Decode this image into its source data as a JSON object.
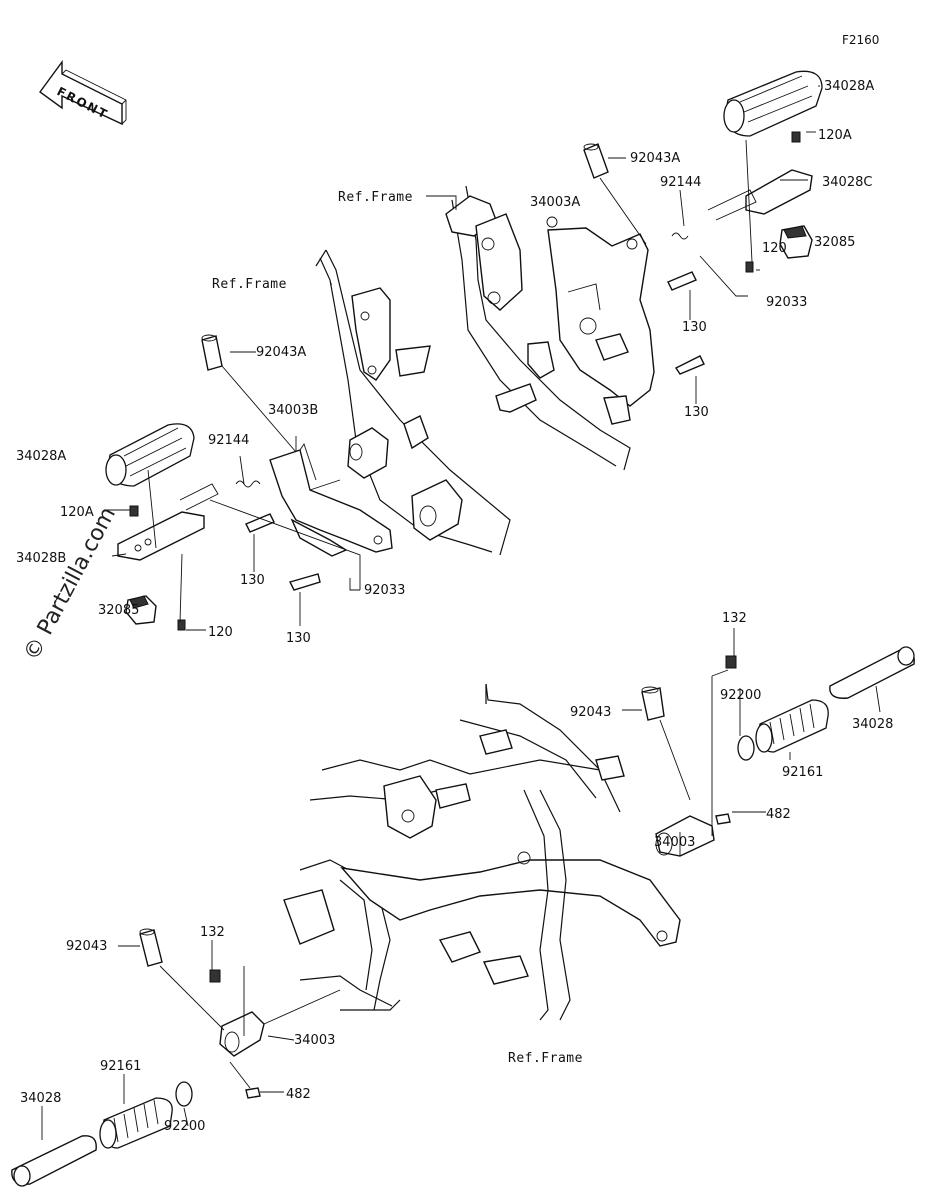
{
  "diagram_code": "F2160",
  "front_arrow": {
    "text": "FRONT",
    "icon": "front-arrow-icon"
  },
  "watermark": "© Partzilla.com",
  "frame_refs": [
    "Ref.Frame",
    "Ref.Frame",
    "Ref.Frame"
  ],
  "callouts": {
    "right_upper": [
      "34028A",
      "120A",
      "34028C",
      "32085",
      "120",
      "92043A",
      "92144",
      "34003A",
      "130",
      "130",
      "92033"
    ],
    "left_upper": [
      "92043A",
      "34003B",
      "92144",
      "34028A",
      "120A",
      "34028B",
      "32085",
      "120",
      "130",
      "130",
      "92033"
    ],
    "right_lower": [
      "132",
      "92200",
      "34028",
      "92043",
      "92161",
      "34003",
      "482"
    ],
    "left_lower": [
      "132",
      "92043",
      "34003",
      "92161",
      "34028",
      "92200",
      "482"
    ]
  }
}
